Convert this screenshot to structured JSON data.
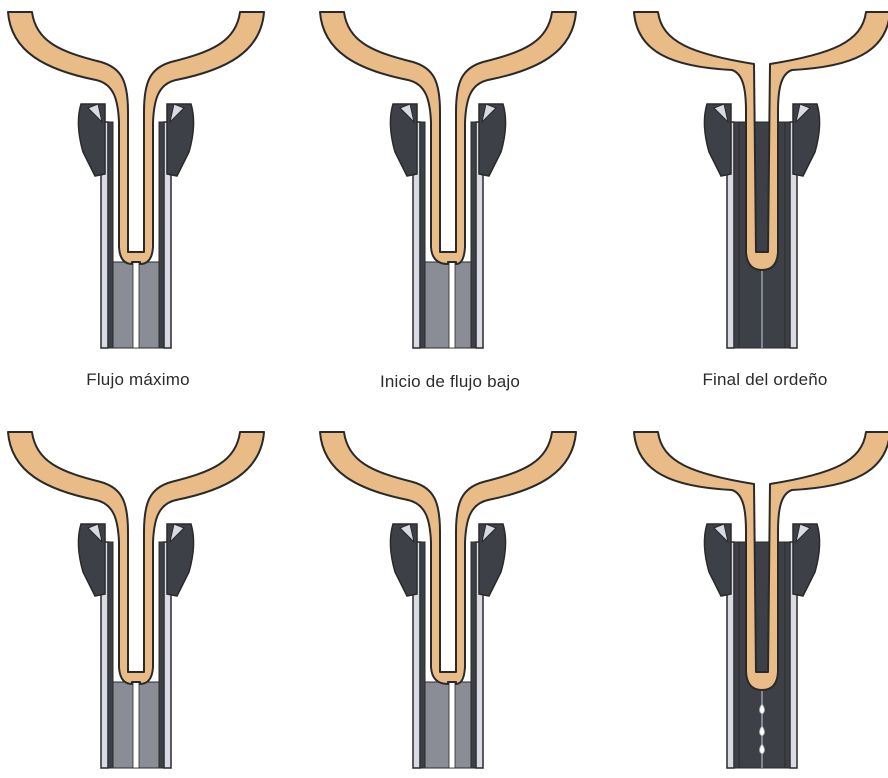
{
  "figure": {
    "captions": [
      "Flujo máximo",
      "Inicio de flujo bajo",
      "Final del ordeño"
    ],
    "panels": [
      {
        "name": "panel-flujo-maximo",
        "state": "open-left",
        "caption_index": 0
      },
      {
        "name": "panel-inicio-de-flujo-bajo",
        "state": "open-right",
        "caption_index": 1
      },
      {
        "name": "panel-final-del-ordeno",
        "state": "collapsed",
        "caption_index": 2
      },
      {
        "name": "panel-bottom-left",
        "state": "open-left",
        "caption_index": null
      },
      {
        "name": "panel-bottom-center",
        "state": "open-right",
        "caption_index": null
      },
      {
        "name": "panel-bottom-right",
        "state": "collapsed-drops",
        "caption_index": null
      }
    ],
    "colors": {
      "teat": "#e8bb87",
      "outline": "#2a2a2a",
      "liner": "#8a8d96",
      "liner_dark": "#3d4047",
      "shell_light": "#d8dbe4",
      "milk": "#ffffff"
    }
  }
}
